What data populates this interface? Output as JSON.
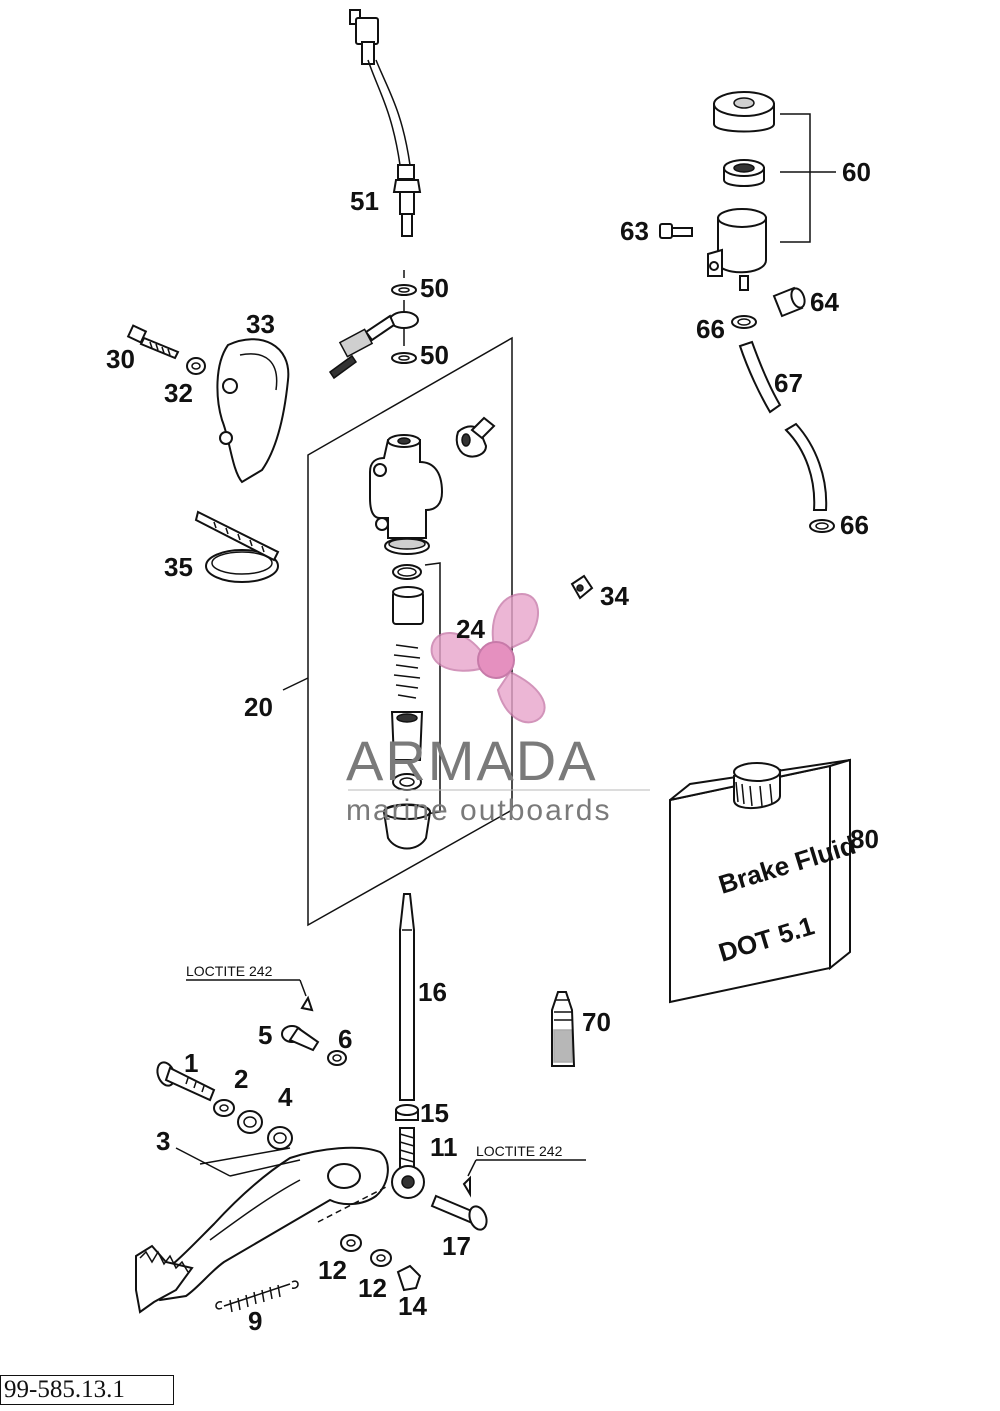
{
  "diagram": {
    "drawing_number": "99-585.13.1",
    "watermark": {
      "brand": "ARMADA",
      "tagline": "marine outboards",
      "logo_icon": "propeller-icon"
    },
    "fluid_container": {
      "line1": "Brake Fluid",
      "line2": "DOT 5.1"
    },
    "notes": {
      "loctite_top": "LOCTITE 242",
      "loctite_bottom": "LOCTITE 242"
    },
    "labels": {
      "p1": "1",
      "p2": "2",
      "p3": "3",
      "p4": "4",
      "p5": "5",
      "p6": "6",
      "p9": "9",
      "p11": "11",
      "p12a": "12",
      "p12b": "12",
      "p14": "14",
      "p15": "15",
      "p16": "16",
      "p17": "17",
      "p20": "20",
      "p24": "24",
      "p30": "30",
      "p32": "32",
      "p33": "33",
      "p34": "34",
      "p35": "35",
      "p50a": "50",
      "p50b": "50",
      "p51": "51",
      "p60": "60",
      "p63": "63",
      "p64": "64",
      "p66a": "66",
      "p66b": "66",
      "p67": "67",
      "p70": "70",
      "p80": "80"
    }
  }
}
